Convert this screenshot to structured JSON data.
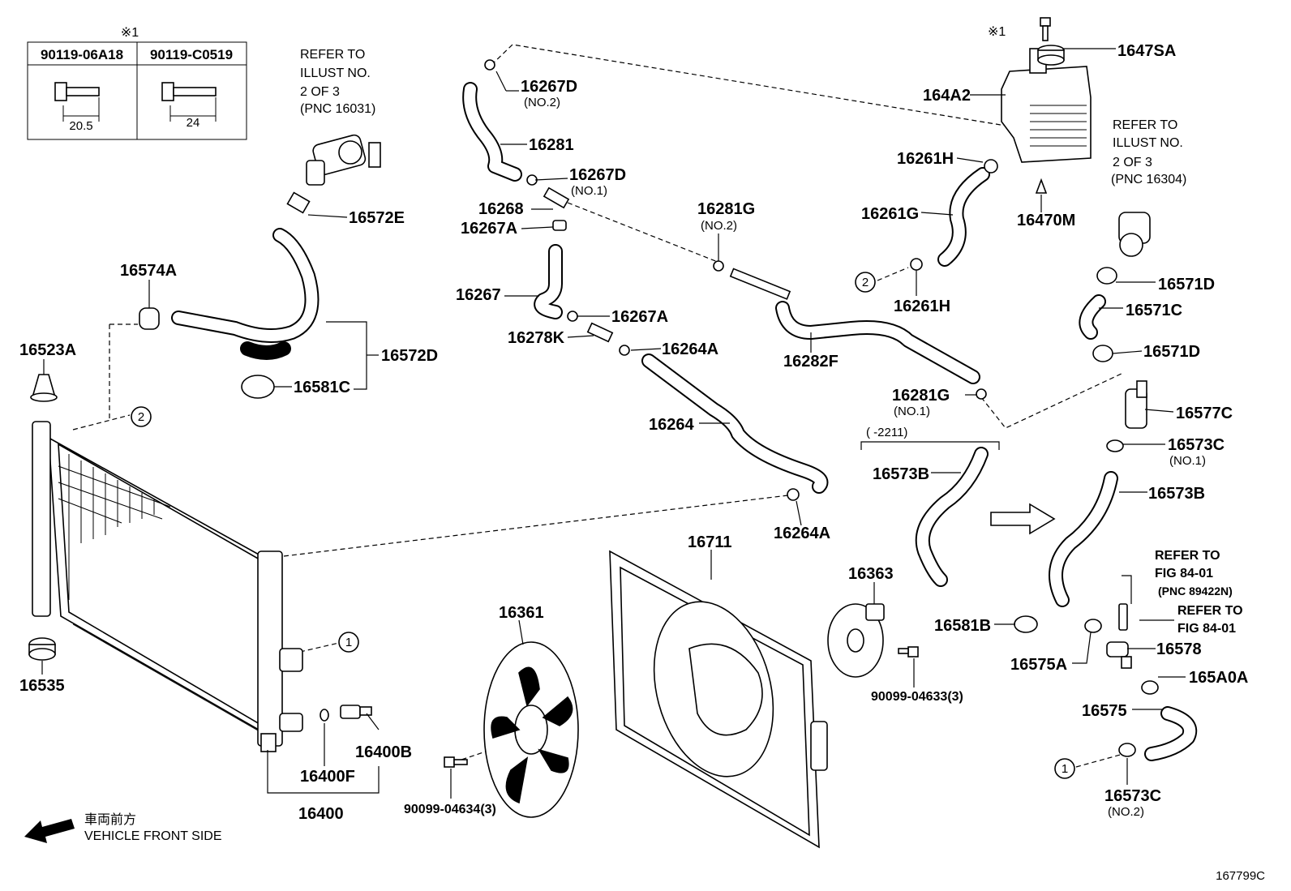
{
  "bolt_table": {
    "marker": "※1",
    "col1": "90119-06A18",
    "col2": "90119-C0519",
    "dim1": "20.5",
    "dim2": "24"
  },
  "refs": {
    "ref_top_left": [
      "REFER TO",
      "ILLUST NO.",
      "2 OF 3",
      "(PNC 16031)"
    ],
    "ref_top_right": [
      "REFER TO",
      "ILLUST NO.",
      "2 OF 3",
      "(PNC 16304)"
    ],
    "ref_fig_1": [
      "REFER TO",
      "FIG 84-01",
      "(PNC 89422N)"
    ],
    "ref_fig_2": [
      "REFER TO",
      "FIG 84-01"
    ]
  },
  "labels": {
    "p16267D_2": "16267D",
    "p16267D_2_sub": "(NO.2)",
    "p16281": "16281",
    "p16267D_1": "16267D",
    "p16267D_1_sub": "(NO.1)",
    "p16268": "16268",
    "p16267A_top": "16267A",
    "p16267": "16267",
    "p16267A_mid": "16267A",
    "p16278K": "16278K",
    "p16264A_top": "16264A",
    "p16264": "16264",
    "p16264A_bot": "16264A",
    "p16281G_2": "16281G",
    "p16281G_2_sub": "(NO.2)",
    "p16282F": "16282F",
    "p16281G_1": "16281G",
    "p16281G_1_sub": "(NO.1)",
    "p16572E": "16572E",
    "p16574A": "16574A",
    "p16572D": "16572D",
    "p16581C": "16581C",
    "p16523A": "16523A",
    "p16535": "16535",
    "p16400B": "16400B",
    "p16400F": "16400F",
    "p16400": "16400",
    "p16361": "16361",
    "p90099_04634": "90099-04634(3)",
    "p16711": "16711",
    "p16363": "16363",
    "p90099_04633": "90099-04633(3)",
    "p1647SA": "1647SA",
    "p164A2": "164A2",
    "p16261H_top": "16261H",
    "p16261G": "16261G",
    "p16470M": "16470M",
    "p16261H_bot": "16261H",
    "p16571D_top": "16571D",
    "p16571C": "16571C",
    "p16571D_bot": "16571D",
    "p16577C": "16577C",
    "p16573C_1": "16573C",
    "p16573C_1_sub": "(NO.1)",
    "p16573B_left": "16573B",
    "p16573B_right": "16573B",
    "p16581B": "16581B",
    "p16575A": "16575A",
    "p16578": "16578",
    "p165A0A": "165A0A",
    "p16575": "16575",
    "p16573C_2": "16573C",
    "p16573C_2_sub": "(NO.2)",
    "bracket_range": "(      -2211)",
    "marker_bolt": "※1"
  },
  "callouts": {
    "one": "1",
    "two": "2"
  },
  "front": {
    "jp": "車両前方",
    "en": "VEHICLE FRONT SIDE"
  },
  "figure_id": "167799C"
}
